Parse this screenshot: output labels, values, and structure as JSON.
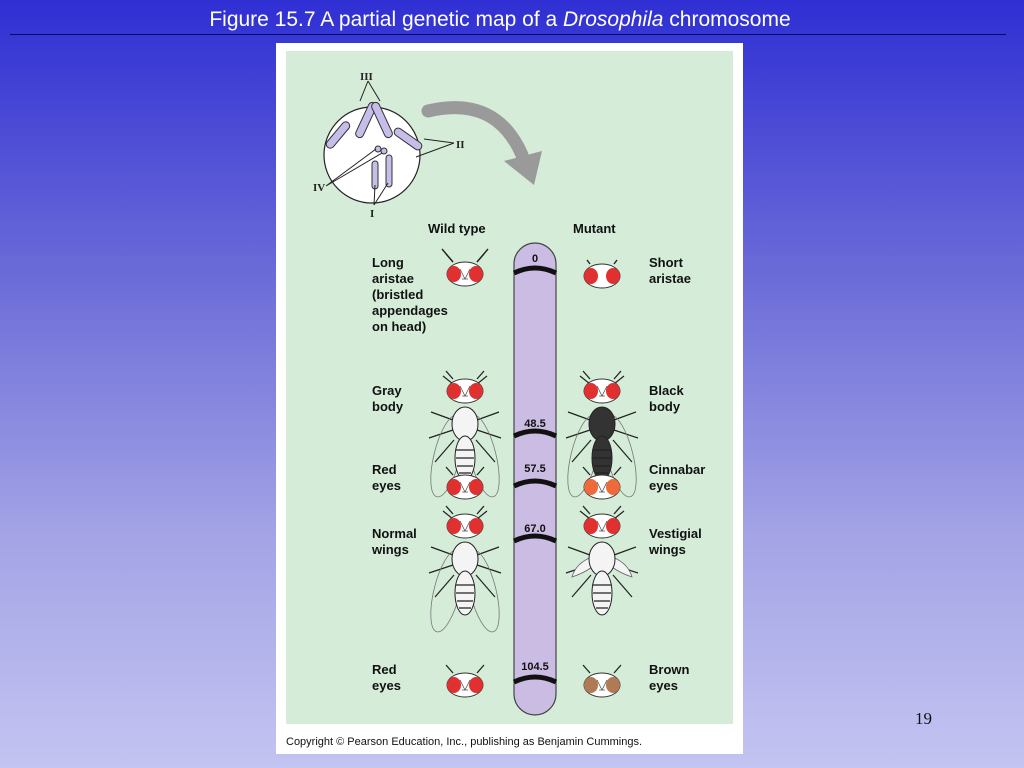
{
  "slide": {
    "title_prefix": "Figure 15.7  A partial genetic map of a ",
    "title_italic": "Drosophila",
    "title_suffix": " chromosome",
    "page_number": "19"
  },
  "figure": {
    "column_headers": {
      "wild": "Wild type",
      "mutant": "Mutant"
    },
    "chromosome_labels": [
      "III",
      "II",
      "IV",
      "I"
    ],
    "loci": [
      "0",
      "48.5",
      "57.5",
      "67.0",
      "104.5"
    ],
    "wild_labels": [
      [
        "Long",
        "aristae",
        "(bristled",
        "appendages",
        "on head)"
      ],
      [
        "Gray",
        "body"
      ],
      [
        "Red",
        "eyes"
      ],
      [
        "Normal",
        "wings"
      ],
      [
        "Red",
        "eyes"
      ]
    ],
    "mutant_labels": [
      [
        "Short",
        "aristae"
      ],
      [
        "Black",
        "body"
      ],
      [
        "Cinnabar",
        "eyes"
      ],
      [
        "Vestigial",
        "wings"
      ],
      [
        "Brown",
        "eyes"
      ]
    ],
    "copyright": "Copyright © Pearson Education, Inc., publishing as Benjamin Cummings.",
    "colors": {
      "panel_bg": "#d4ecd8",
      "chromosome": "#cbbce3",
      "eye_red": "#e03030",
      "eye_cinnabar": "#ee6a3a",
      "eye_brown": "#b07a55",
      "arrow": "#9a9a9a"
    }
  }
}
